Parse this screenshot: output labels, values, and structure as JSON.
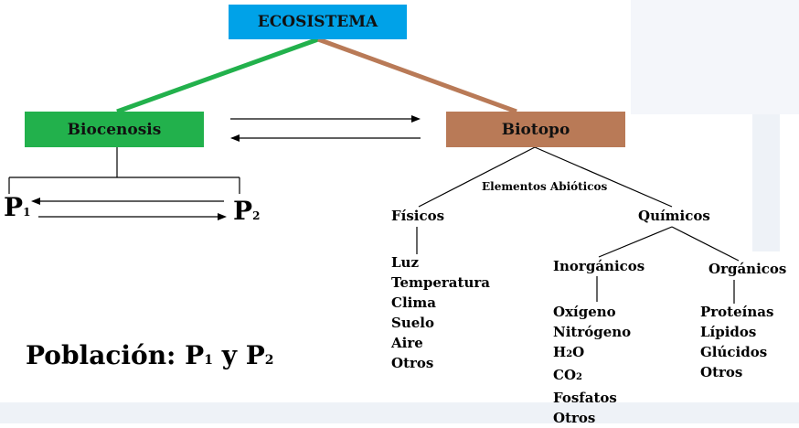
{
  "colors": {
    "ecosistema_box": "#00a2e8",
    "biocenosis_box": "#22b14c",
    "biotopo_box": "#b97a57",
    "green_line": "#22b14c",
    "brown_line": "#b97a57"
  },
  "boxes": {
    "ecosistema": "ECOSISTEMA",
    "biocenosis": "Biocenosis",
    "biotopo": "Biotopo"
  },
  "populations": {
    "p1_letter": "P",
    "p1_sub": "1",
    "p2_letter": "P",
    "p2_sub": "2"
  },
  "biotopo_tree": {
    "elementos_label": "Elementos Abióticos",
    "fisicos": "Físicos",
    "quimicos": "Químicos",
    "inorganicos": "Inorgánicos",
    "organicos": "Orgánicos",
    "fisicos_items": [
      "Luz",
      "Temperatura",
      "Clima",
      "Suelo",
      "Aire",
      "Otros"
    ],
    "inorganicos_items": {
      "oxigeno": "Oxígeno",
      "nitrogeno": "Nitrógeno",
      "h2o_a": "H",
      "h2o_sub": "2",
      "h2o_b": "O",
      "co2_a": "CO",
      "co2_sub": "2",
      "fosfatos": "Fosfatos",
      "otros": "Otros"
    },
    "organicos_items": [
      "Proteínas",
      "Lípidos",
      "Glúcidos",
      "Otros"
    ]
  },
  "footer": {
    "prefix": "Población: P",
    "sub1": "1",
    "middle": " y P",
    "sub2": "2"
  }
}
